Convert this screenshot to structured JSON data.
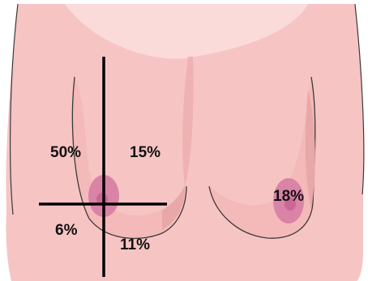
{
  "diagram": {
    "colors": {
      "background": "#ffffff",
      "skin": "#f7c4c4",
      "skin_shadow": "#e9a8a8",
      "skin_highlight": "#fbdada",
      "outline": "#3a3a3a",
      "areola": "#d983a6",
      "nipple": "#c96895",
      "crosshair": "#000000",
      "text": "#111111"
    },
    "quadrant_labels": {
      "upper_outer": "50%",
      "upper_inner": "15%",
      "lower_outer": "6%",
      "lower_inner": "11%",
      "central": "18%"
    }
  }
}
